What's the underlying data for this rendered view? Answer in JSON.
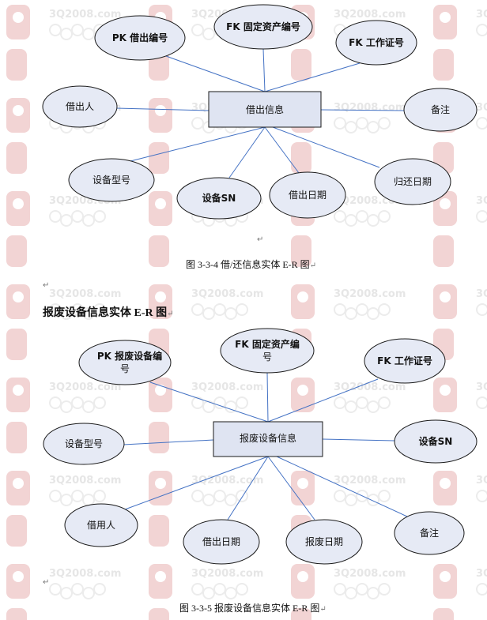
{
  "diagram1": {
    "entity": "借出信息",
    "attributes": [
      "PK 借出编号",
      "FK 固定资产编号",
      "FK 工作证号",
      "借出人",
      "备注",
      "设备型号",
      "设备SN",
      "借出日期",
      "归还日期"
    ],
    "caption": "图 3-3-4  借/还信息实体 E-R 图"
  },
  "section_heading": "报废设备信息实体 E-R 图",
  "diagram2": {
    "entity": "报废设备信息",
    "attributes": [
      "PK 报废设备编号",
      "FK 固定资产编号",
      "FK 工作证号",
      "设备型号",
      "设备SN",
      "借用人",
      "借出日期",
      "报废日期",
      "备注"
    ],
    "caption": "图 3-3-5  报废设备信息实体 E-R 图"
  },
  "watermark_text": "3Q2008.com",
  "paragraph_mark": "↵",
  "colors": {
    "line": "#4472c4",
    "ellipse_fill": "#e6eaf5",
    "ellipse_stroke": "#1a1a1a",
    "entity_fill": "#dfe4f2",
    "watermark_logo": "#f2d4d4",
    "watermark_text": "#e6e6e6",
    "watermark_ring": "#ececec"
  }
}
